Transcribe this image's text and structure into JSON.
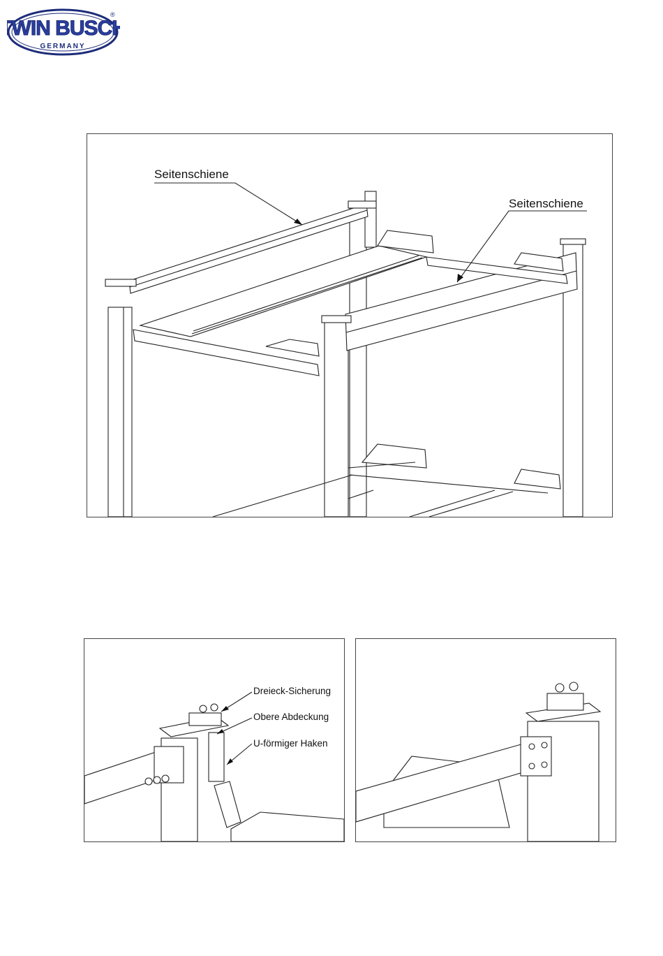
{
  "header": {
    "logo": {
      "name": "TWIN BUSCH",
      "sub": "GERMANY",
      "mark": "®",
      "colors": {
        "fill": "#2a3f9e",
        "outline": "#1d2c7a",
        "text": "#ffffff"
      }
    }
  },
  "figure_main": {
    "labels": {
      "rail_left": "Seitenschiene",
      "rail_right": "Seitenschiene"
    }
  },
  "figure_detail_left": {
    "labels": {
      "dreieck": "Dreieck-Sicherung",
      "obere": "Obere Abdeckung",
      "u_haken": "U-förmiger Haken"
    }
  },
  "figure_detail_right": {}
}
